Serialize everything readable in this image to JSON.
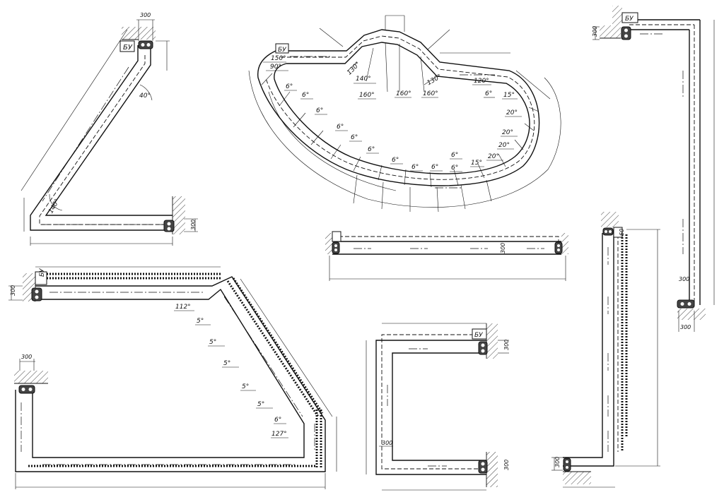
{
  "labels": {
    "unit": "БУ",
    "dim_300": "300",
    "dim_60": "60"
  },
  "angles": {
    "a40": "40°",
    "a140": "140°",
    "a150": "150°",
    "a90": "90°",
    "a130": "130°",
    "a160": "160°",
    "a120": "120°",
    "a15": "15°",
    "a20": "20°",
    "a6": "6°",
    "a112": "112°",
    "a5": "5°",
    "a127": "127°"
  }
}
